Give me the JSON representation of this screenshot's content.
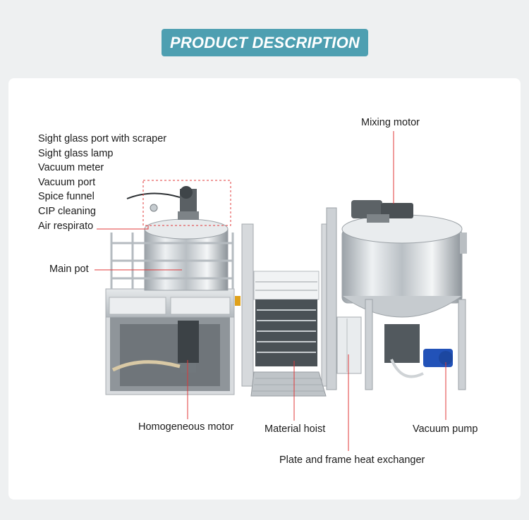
{
  "header": {
    "title": "PRODUCT DESCRIPTION"
  },
  "left_labels": [
    "Sight glass port with scraper",
    "Sight glass lamp",
    "Vacuum meter",
    "Vacuum port",
    "Spice funnel",
    "CIP cleaning",
    "Air respirato"
  ],
  "labels": {
    "main_pot": "Main pot",
    "mixing_motor": "Mixing motor",
    "homogeneous_motor": "Homogeneous motor",
    "material_hoist": "Material hoist",
    "vacuum_pump": "Vacuum pump",
    "heat_exchanger": "Plate and frame heat exchanger"
  },
  "colors": {
    "header_bg": "#4e9fb1",
    "leader_line": "#e0383a",
    "steel": "#c9ced3"
  }
}
